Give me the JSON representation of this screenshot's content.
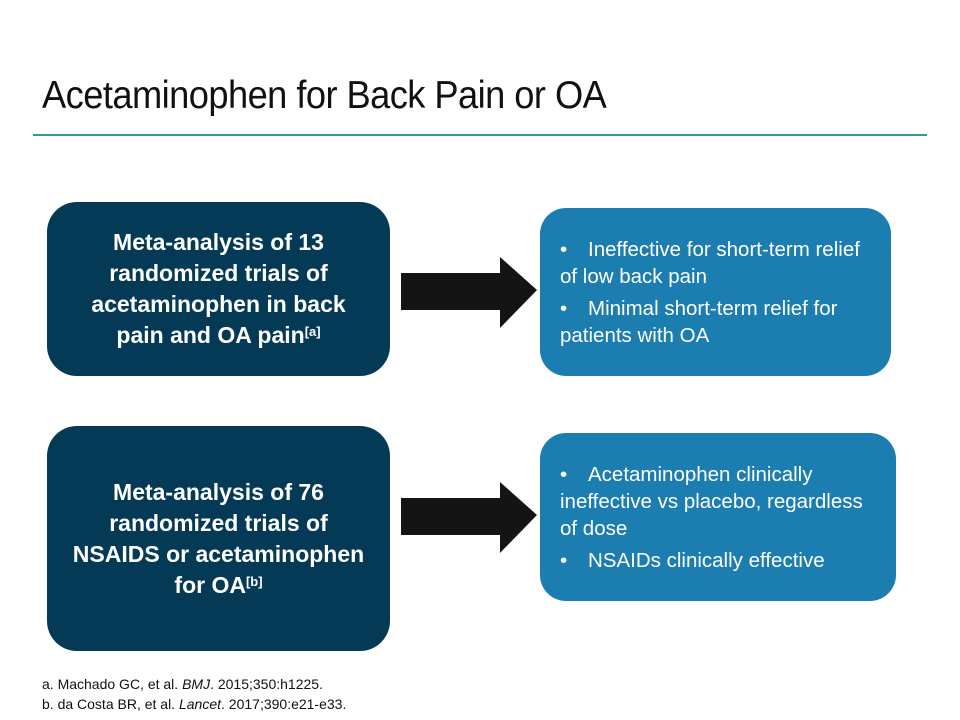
{
  "slide": {
    "title": "Acetaminophen for Back Pain or OA",
    "colors": {
      "title_rule": "#3a95a8",
      "study_box": "#043a56",
      "finding_box": "#1b7db0",
      "arrow": "#141414",
      "text_on_box": "#ffffff"
    }
  },
  "rows": [
    {
      "study": {
        "text": "Meta-analysis of 13 randomized trials of acetaminophen in back pain and OA pain",
        "citation": "[a]"
      },
      "arrow_icon": "right-arrow",
      "findings": [
        "Ineffective for short-term relief of low back pain",
        "Minimal short-term relief for patients with OA"
      ]
    },
    {
      "study": {
        "text": "Meta-analysis of 76 randomized trials of NSAIDS or acetaminophen for OA",
        "citation": "[b]"
      },
      "arrow_icon": "right-arrow",
      "findings": [
        "Acetaminophen clinically ineffective vs placebo, regardless of dose",
        "NSAIDs clinically effective"
      ]
    }
  ],
  "bullet_char": "•",
  "references": [
    {
      "prefix": "a. Machado GC, et al. ",
      "journal": "BMJ",
      "suffix": ". 2015;350:h1225."
    },
    {
      "prefix": "b. da Costa BR, et al. ",
      "journal": "Lancet",
      "suffix": ". 2017;390:e21-e33."
    }
  ]
}
